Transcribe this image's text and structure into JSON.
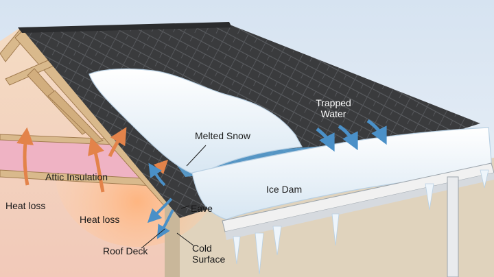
{
  "labels": {
    "trapped_water": "Trapped\nWater",
    "melted_snow": "Melted Snow",
    "ice_dam": "Ice Dam",
    "attic_insulation": "Attic Insulation",
    "heat_loss_left": "Heat loss",
    "heat_loss_center": "Heat loss",
    "eave": "Eave",
    "roof_deck": "Roof Deck",
    "cold_surface": "Cold\nSurface"
  },
  "colors": {
    "sky": "#dfe9f4",
    "shingle": "#3a3b3d",
    "shingle_line": "#56585b",
    "snow": "#f6fafd",
    "snow_shade": "#c7dcec",
    "water": "#5aa6dc",
    "wall": "#e3d7c3",
    "wood": "#d9b98c",
    "insulation": "#efb3c4",
    "heat_arrow": "#e3834a",
    "trim": "#f2f2f2"
  }
}
